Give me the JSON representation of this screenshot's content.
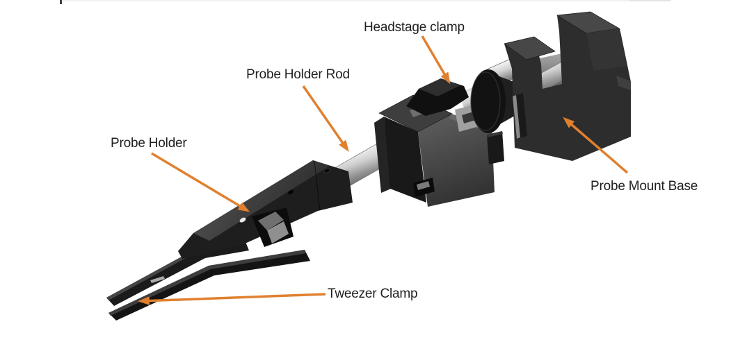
{
  "diagram": {
    "background_color": "#ffffff",
    "arrow_color": "#e0802f",
    "label_color": "#1f1f1f",
    "labels": {
      "headstage_clamp": "Headstage clamp",
      "probe_holder_rod": "Probe Holder Rod",
      "probe_holder": "Probe Holder",
      "probe_mount_base": "Probe Mount Base",
      "tweezer_clamp": "Tweezer Clamp"
    }
  }
}
